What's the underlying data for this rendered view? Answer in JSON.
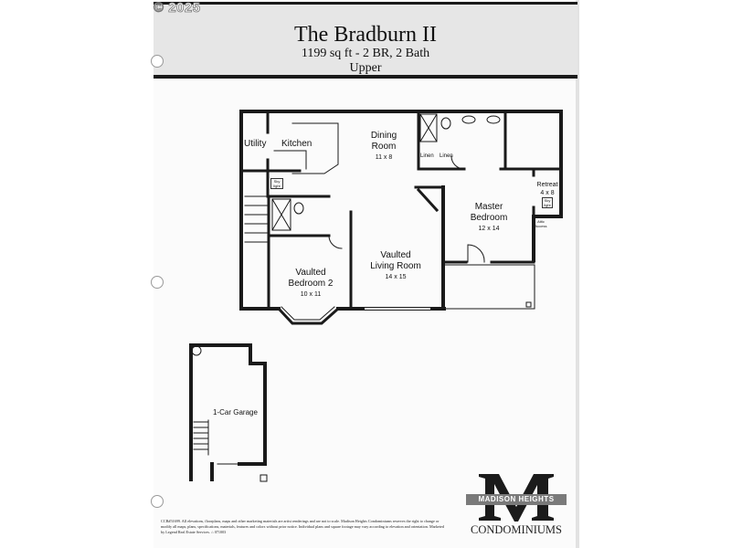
{
  "header": {
    "copyright": "© 2025",
    "title": "The Bradburn II",
    "subtitle": "1199 sq ft - 2 BR, 2 Bath",
    "level": "Upper"
  },
  "rooms": {
    "utility": "Utility",
    "kitchen": "Kitchen",
    "dining": {
      "name_1": "Dining",
      "name_2": "Room",
      "size": "11 x 8"
    },
    "linen_1": "Linen",
    "linen_2": "Linen",
    "retreat": {
      "name": "Retreat",
      "size": "4 x 8",
      "skylight": "Sky light"
    },
    "master": {
      "name_1": "Master",
      "name_2": "Bedroom",
      "size": "12 x 14"
    },
    "attic": "Attic Access",
    "living": {
      "name_1": "Vaulted",
      "name_2": "Living Room",
      "size": "14 x 15"
    },
    "bedroom2": {
      "name_1": "Vaulted",
      "name_2": "Bedroom 2",
      "size": "10 x 11"
    },
    "skylight_hall": "Sky light",
    "garage": "1-Car Garage"
  },
  "footer": {
    "disclaimer": "CCB#51699. All elevations, floorplans, maps and other marketing materials are artist renderings and are not to scale. Madison Heights Condominiums reserves the right to change or modify all maps, plans, specifications, materials, features and colors without prior notice. Individual plans and square footage may vary according to elevation and orientation. Marketed by Legend Real Estate Services.",
    "code": "071003",
    "logo_letter": "M",
    "logo_band": "MADISON HEIGHTS",
    "logo_bottom": "CONDOMINIUMS"
  }
}
